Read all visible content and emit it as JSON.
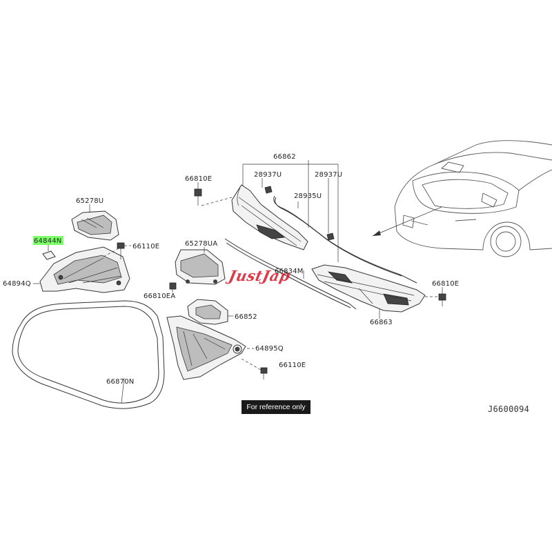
{
  "diagram": {
    "code": "J6600094",
    "reference_note": "For reference only",
    "watermark": "JustJap",
    "highlighted_part": "64844N",
    "highlight_color": "#7dff6a",
    "labels": {
      "p66862": "66862",
      "p28937U_left": "28937U",
      "p28937U_right": "28937U",
      "p28935U": "28935U",
      "p66810E_top": "66810E",
      "p65278U": "65278U",
      "p64844N": "64844N",
      "p66110E_top": "66110E",
      "p64894Q": "64894Q",
      "p65278UA": "65278UA",
      "p66834M": "66834M",
      "p66810EA": "66810EA",
      "p66852": "66852",
      "p64895Q": "64895Q",
      "p66110E_bottom": "66110E",
      "p66870N": "66870N",
      "p66810E_right": "66810E",
      "p66863": "66863"
    }
  }
}
